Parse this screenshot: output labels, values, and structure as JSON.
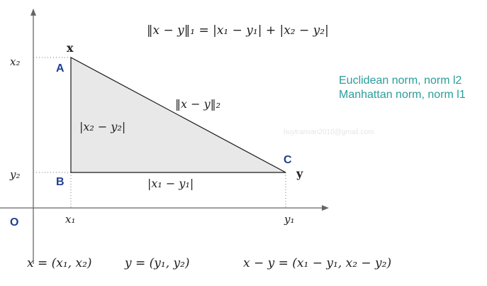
{
  "colors": {
    "triangle_fill": "#e8e8e8",
    "triangle_stroke": "#1a1a1a",
    "axis": "#666666",
    "point_label": "#1f3f8f",
    "side_text": "#2a9d9a",
    "watermark": "#e6e6e6"
  },
  "formula_top": "‖x − y‖₁ = |x₁ − y₁| + |x₂ − y₂|",
  "hypotenuse_label": "‖x − y‖₂",
  "vertical_side_label": "|x₂ − y₂|",
  "horizontal_side_label": "|x₁ − y₁|",
  "points": {
    "A": "A",
    "B": "B",
    "C": "C",
    "O": "O",
    "x": "x",
    "y": "y"
  },
  "ticks": {
    "x1": "x₁",
    "y1": "y₁",
    "x2": "x₂",
    "y2": "y₂"
  },
  "side_text": {
    "line1": "Euclidean norm, norm l2",
    "line2": "Manhattan norm, norm l1"
  },
  "watermark": "huytranvan2010@gmail.com",
  "bottom": {
    "x_def": "x = (x₁, x₂)",
    "y_def": "y = (y₁, y₂)",
    "diff_def": "x − y = (x₁ − y₁, x₂ − y₂)"
  }
}
